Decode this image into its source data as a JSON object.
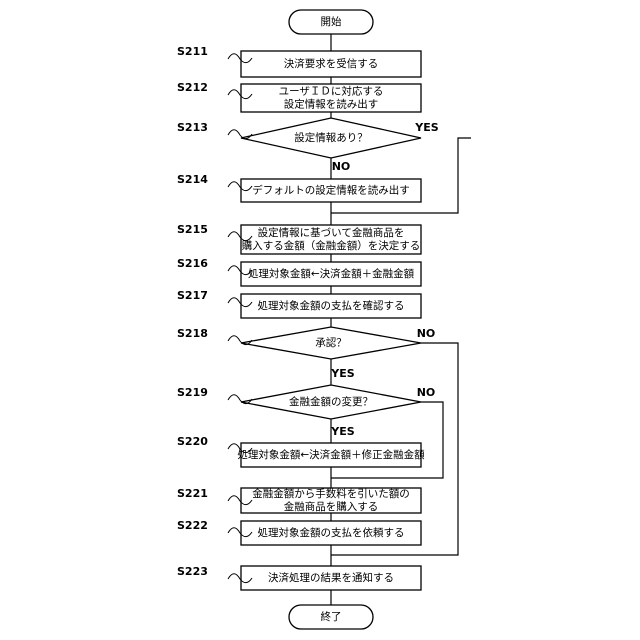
{
  "flow": {
    "start": "開始",
    "end": "終了",
    "yes": "YES",
    "no": "NO",
    "steps": [
      {
        "id": "S211",
        "lines": [
          "決済要求を受信する"
        ]
      },
      {
        "id": "S212",
        "lines": [
          "ユーザＩＤに対応する",
          "設定情報を読み出す"
        ]
      },
      {
        "id": "S213",
        "lines": [
          "設定情報あり？"
        ]
      },
      {
        "id": "S214",
        "lines": [
          "デフォルトの設定情報を読み出す"
        ]
      },
      {
        "id": "S215",
        "lines": [
          "設定情報に基づいて金融商品を",
          "購入する金額（金融金額）を決定する"
        ]
      },
      {
        "id": "S216",
        "lines": [
          "処理対象金額←決済金額＋金融金額"
        ]
      },
      {
        "id": "S217",
        "lines": [
          "処理対象金額の支払を確認する"
        ]
      },
      {
        "id": "S218",
        "lines": [
          "承認？"
        ]
      },
      {
        "id": "S219",
        "lines": [
          "金融金額の変更？"
        ]
      },
      {
        "id": "S220",
        "lines": [
          "処理対象金額←決済金額＋修正金融金額"
        ]
      },
      {
        "id": "S221",
        "lines": [
          "金融金額から手数料を引いた額の",
          "金融商品を購入する"
        ]
      },
      {
        "id": "S222",
        "lines": [
          "処理対象金額の支払を依頼する"
        ]
      },
      {
        "id": "S223",
        "lines": [
          "決済処理の結果を通知する"
        ]
      }
    ]
  }
}
